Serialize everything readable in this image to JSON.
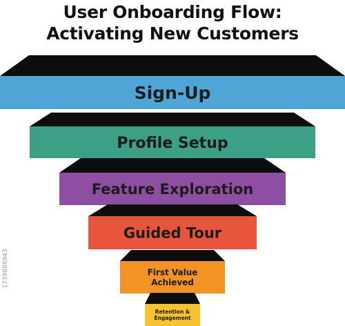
{
  "title": {
    "line1": "User Onboarding Flow:",
    "line2": "Activating New Customers"
  },
  "stages": [
    {
      "label": "Sign-Up",
      "color": "#4ea5d6"
    },
    {
      "label": "Profile Setup",
      "color": "#3d9f85"
    },
    {
      "label": "Feature Exploration",
      "color": "#8e4ea1"
    },
    {
      "label": "Guided Tour",
      "color": "#e8553d"
    },
    {
      "label": "First Value Achieved",
      "color": "#f39325"
    },
    {
      "label": "Retention & Engagement",
      "color": "#f7c22f"
    }
  ],
  "colors": {
    "top_face": "#0d0d0d",
    "text": "#1c1c1c"
  },
  "side_text": "1739886943"
}
